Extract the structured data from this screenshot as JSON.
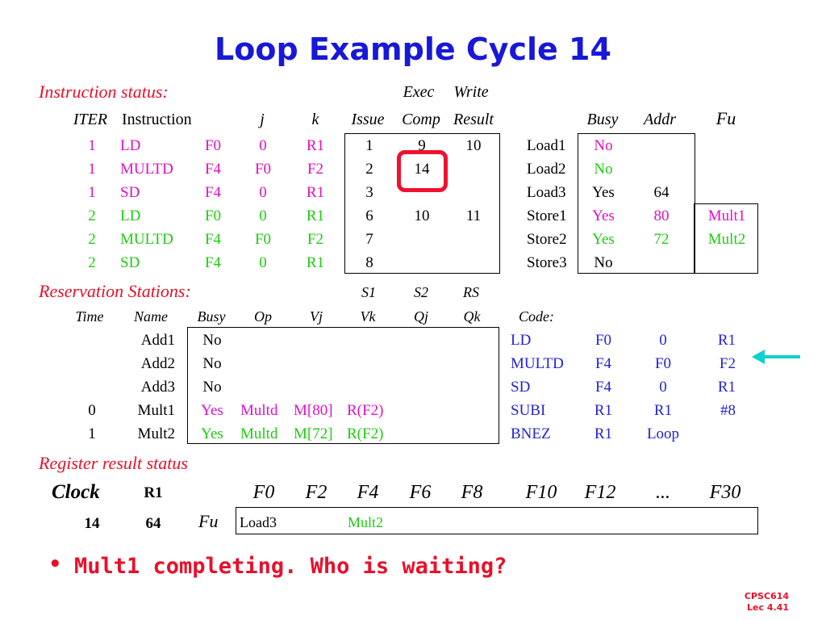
{
  "title": "Loop Example Cycle 14",
  "instruction_status": {
    "label": "Instruction status:",
    "header_group": {
      "exec": "Exec",
      "write": "Write"
    },
    "headers": [
      "ITER",
      "Instruction",
      "j",
      "k",
      "Issue",
      "Comp",
      "Result"
    ],
    "rows": [
      {
        "iter": "1",
        "op": "LD",
        "dst": "F0",
        "j": "0",
        "k": "R1",
        "issue": "1",
        "comp": "9",
        "result": "10"
      },
      {
        "iter": "1",
        "op": "MULTD",
        "dst": "F4",
        "j": "F0",
        "k": "F2",
        "issue": "2",
        "comp": "14",
        "result": ""
      },
      {
        "iter": "1",
        "op": "SD",
        "dst": "F4",
        "j": "0",
        "k": "R1",
        "issue": "3",
        "comp": "",
        "result": ""
      },
      {
        "iter": "2",
        "op": "LD",
        "dst": "F0",
        "j": "0",
        "k": "R1",
        "issue": "6",
        "comp": "10",
        "result": "11"
      },
      {
        "iter": "2",
        "op": "MULTD",
        "dst": "F4",
        "j": "F0",
        "k": "F2",
        "issue": "7",
        "comp": "",
        "result": ""
      },
      {
        "iter": "2",
        "op": "SD",
        "dst": "F4",
        "j": "0",
        "k": "R1",
        "issue": "8",
        "comp": "",
        "result": ""
      }
    ]
  },
  "load_store": {
    "headers": [
      "Busy",
      "Addr",
      "Fu"
    ],
    "rows": [
      {
        "name": "Load1",
        "busy": "No",
        "addr": "",
        "fu": ""
      },
      {
        "name": "Load2",
        "busy": "No",
        "addr": "",
        "fu": ""
      },
      {
        "name": "Load3",
        "busy": "Yes",
        "addr": "64",
        "fu": ""
      },
      {
        "name": "Store1",
        "busy": "Yes",
        "addr": "80",
        "fu": "Mult1"
      },
      {
        "name": "Store2",
        "busy": "Yes",
        "addr": "72",
        "fu": "Mult2"
      },
      {
        "name": "Store3",
        "busy": "No",
        "addr": "",
        "fu": ""
      }
    ]
  },
  "reservation_stations": {
    "label": "Reservation Stations:",
    "header_group": {
      "s1": "S1",
      "s2": "S2",
      "rs": "RS"
    },
    "headers": [
      "Time",
      "Name",
      "Busy",
      "Op",
      "Vj",
      "Vk",
      "Qj",
      "Qk"
    ],
    "rows": [
      {
        "time": "",
        "name": "Add1",
        "busy": "No",
        "op": "",
        "vj": "",
        "vk": "",
        "qj": "",
        "qk": ""
      },
      {
        "time": "",
        "name": "Add2",
        "busy": "No",
        "op": "",
        "vj": "",
        "vk": "",
        "qj": "",
        "qk": ""
      },
      {
        "time": "",
        "name": "Add3",
        "busy": "No",
        "op": "",
        "vj": "",
        "vk": "",
        "qj": "",
        "qk": ""
      },
      {
        "time": "0",
        "name": "Mult1",
        "busy": "Yes",
        "op": "Multd",
        "vj": "M[80]",
        "vk": "R(F2)",
        "qj": "",
        "qk": ""
      },
      {
        "time": "1",
        "name": "Mult2",
        "busy": "Yes",
        "op": "Multd",
        "vj": "M[72]",
        "vk": "R(F2)",
        "qj": "",
        "qk": ""
      }
    ]
  },
  "code": {
    "label": "Code:",
    "lines": [
      [
        "LD",
        "F0",
        "0",
        "R1"
      ],
      [
        "MULTD",
        "F4",
        "F0",
        "F2"
      ],
      [
        "SD",
        "F4",
        "0",
        "R1"
      ],
      [
        "SUBI",
        "R1",
        "R1",
        "#8"
      ],
      [
        "BNEZ",
        "R1",
        "Loop",
        ""
      ]
    ]
  },
  "register_status": {
    "label": "Register result status",
    "clock_label": "Clock",
    "r1_label": "R1",
    "clock_value": "14",
    "r1_value": "64",
    "fu_label": "Fu",
    "registers": [
      "F0",
      "F2",
      "F4",
      "F6",
      "F8",
      "F10",
      "F12",
      "...",
      "F30"
    ],
    "values": [
      "Load3",
      "",
      "Mult2",
      "",
      "",
      "",
      "",
      "",
      ""
    ]
  },
  "bullet": "Mult1 completing.  Who is waiting?",
  "footer": {
    "course": "CPSC614",
    "lecture": "Lec 4.41"
  },
  "colors": {
    "title": "#1818d8",
    "label": "#e8102a",
    "highlight": "#f01030",
    "arrow": "#10d0d0",
    "magenta": "#e010c0",
    "green": "#1ecb10",
    "blue": "#2323d6"
  }
}
